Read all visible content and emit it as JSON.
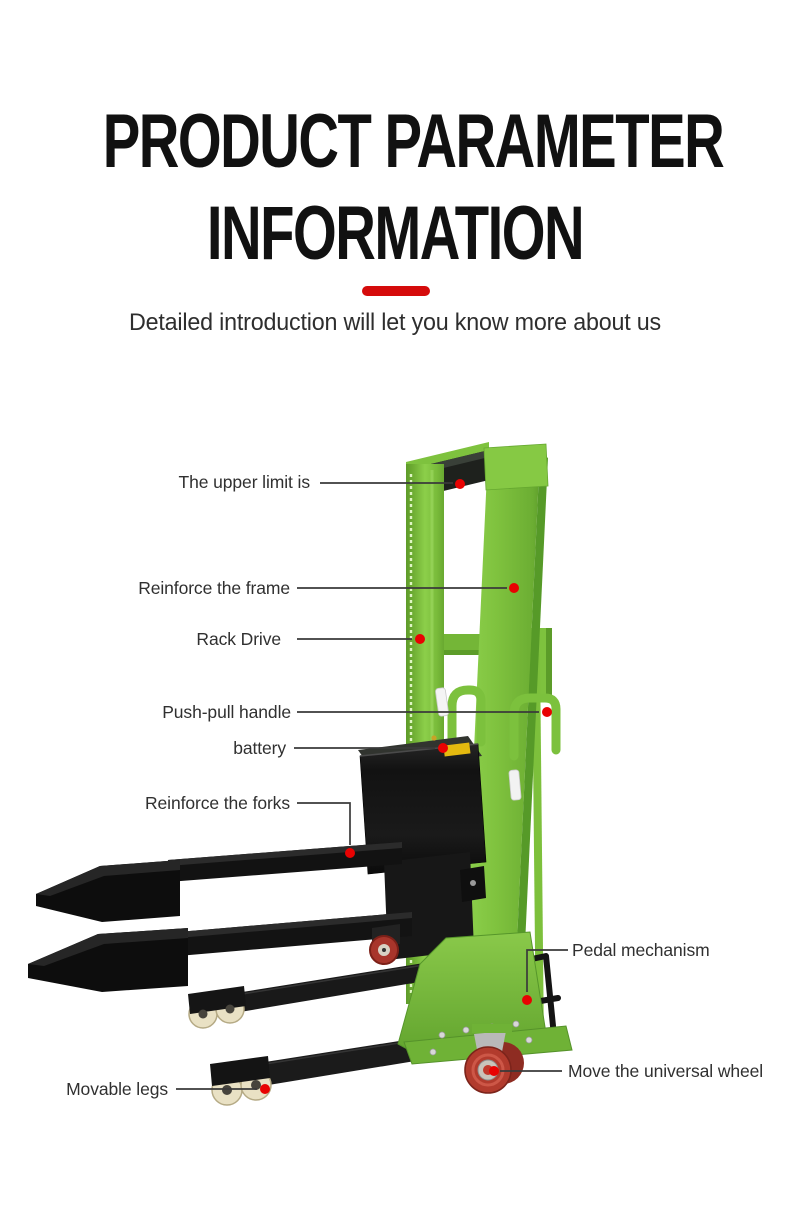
{
  "theme": {
    "accent-red": "#d50b0b",
    "dot-red": "#e80202",
    "line-color": "#3a3a3a",
    "text-dark": "#111111",
    "text-body": "#303030",
    "machine-green": "#7ec23e",
    "machine-green-dark": "#5fa02c",
    "machine-black": "#161616",
    "roller-cream": "#e9e1c4",
    "wheel-red": "#b23b2d",
    "page-bg": "#ffffff"
  },
  "header": {
    "title_line1": "PRODUCT PARAMETER",
    "title_line2": "INFORMATION",
    "subtitle": "Detailed introduction will let you know more about us"
  },
  "figure": {
    "image_alt": "Green manual stacker forklift with black forks, movable legs and red caster wheels",
    "callouts": [
      {
        "id": "upper-limit",
        "text": "The upper limit is",
        "side": "left"
      },
      {
        "id": "reinforce-frame",
        "text": "Reinforce the frame",
        "side": "left"
      },
      {
        "id": "rack-drive",
        "text": "Rack Drive",
        "side": "left"
      },
      {
        "id": "push-pull-handle",
        "text": "Push-pull handle",
        "side": "left"
      },
      {
        "id": "battery",
        "text": "battery",
        "side": "left"
      },
      {
        "id": "reinforce-forks",
        "text": "Reinforce the forks",
        "side": "left"
      },
      {
        "id": "pedal-mechanism",
        "text": "Pedal mechanism",
        "side": "right"
      },
      {
        "id": "universal-wheel",
        "text": "Move the universal wheel",
        "side": "right"
      },
      {
        "id": "movable-legs",
        "text": "Movable legs",
        "side": "left"
      }
    ]
  }
}
